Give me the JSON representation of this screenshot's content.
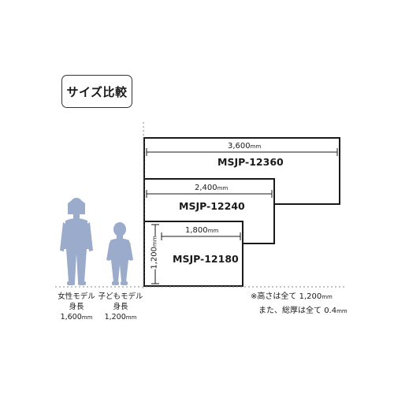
{
  "title": "サイズ比較",
  "panels": [
    {
      "model": "MSJP-12360",
      "width_text": "3,600",
      "unit": "mm"
    },
    {
      "model": "MSJP-12240",
      "width_text": "2,400",
      "unit": "mm"
    },
    {
      "model": "MSJP-12180",
      "width_text": "1,800",
      "unit": "mm"
    }
  ],
  "height_dimension": {
    "text": "1,200",
    "unit": "mm"
  },
  "figures": [
    {
      "line1": "女性モデル",
      "line2": "身長",
      "height_text": "1,600",
      "unit": "mm"
    },
    {
      "line1": "子どもモデル",
      "line2": "身長",
      "height_text": "1,200",
      "unit": "mm"
    }
  ],
  "notes": {
    "line1_prefix": "※高さは全て",
    "line1_value": "1,200",
    "line1_unit": "mm",
    "line2_prefix": "また、総厚は全て",
    "line2_value": "0.4",
    "line2_unit": "mm"
  },
  "colors": {
    "figure_fill": "#9aabcc",
    "line": "#1a1a1a",
    "guide": "#8a8a8a"
  }
}
